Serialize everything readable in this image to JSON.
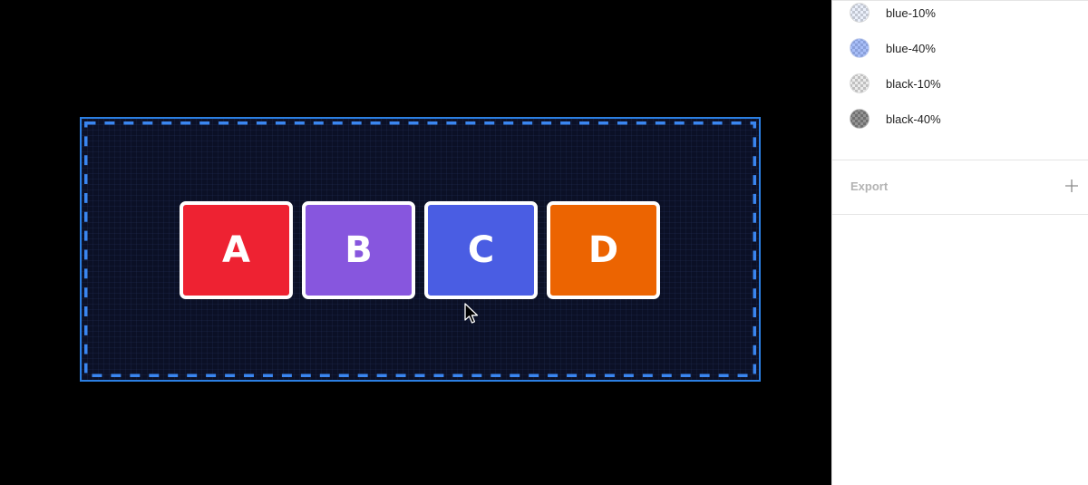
{
  "canvas": {
    "background": "#000000",
    "frame": {
      "fill": "#0b1026",
      "border_color": "#2b7fe3",
      "dash_color": "#3a86f0"
    },
    "tiles": [
      {
        "letter": "A",
        "color": "#ee2232"
      },
      {
        "letter": "B",
        "color": "#8756de"
      },
      {
        "letter": "C",
        "color": "#4a5de3"
      },
      {
        "letter": "D",
        "color": "#ec6401"
      }
    ],
    "cursor_icon": "arrow-cursor-icon"
  },
  "panel": {
    "color_styles": [
      {
        "label": "blue-10%",
        "icon": "swatch-icon",
        "color": "#dbe4f7"
      },
      {
        "label": "blue-40%",
        "icon": "swatch-icon",
        "color": "#8aa6f2"
      },
      {
        "label": "black-10%",
        "icon": "swatch-icon",
        "color": "#e6e6e6"
      },
      {
        "label": "black-40%",
        "icon": "swatch-icon",
        "color": "#999999"
      }
    ],
    "export": {
      "title": "Export",
      "add_icon": "plus-icon"
    }
  }
}
